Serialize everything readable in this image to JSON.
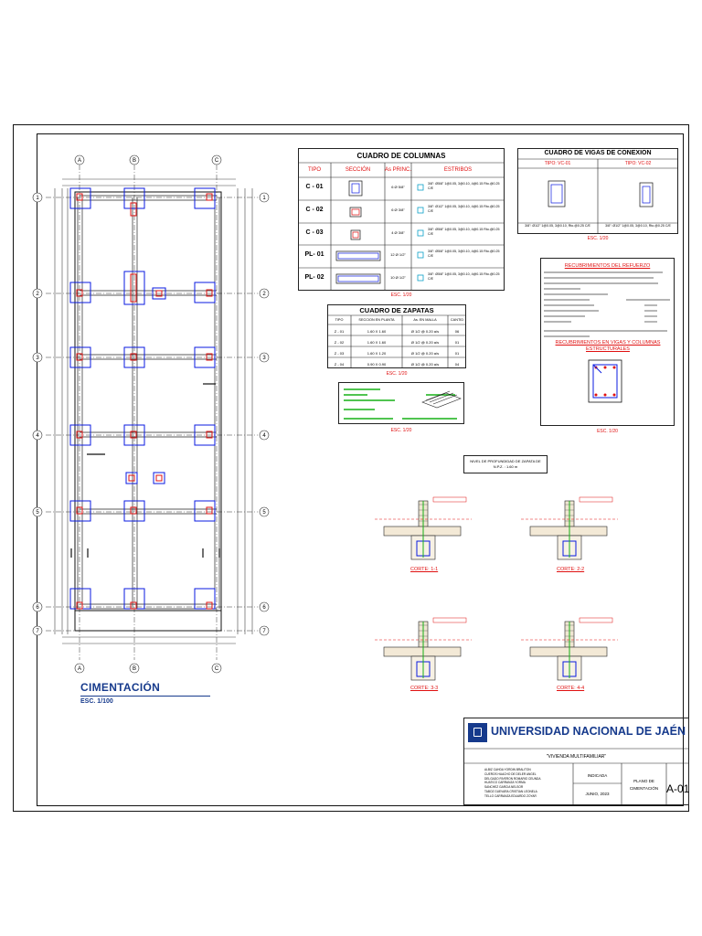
{
  "plan": {
    "title": "CIMENTACIÓN",
    "scale": "ESC. 1/100",
    "axes_letters": [
      "A",
      "B",
      "C"
    ],
    "axes_numbers": [
      "1",
      "2",
      "3",
      "4",
      "5",
      "6",
      "7"
    ]
  },
  "columnas": {
    "title": "CUADRO DE COLUMNAS",
    "headers": [
      "TIPO",
      "SECCIÓN",
      "As PRINC.",
      "ESTRIBOS"
    ],
    "rows": [
      {
        "tipo": "C - 01",
        "as": "6 Ø 5/8\"",
        "estribos": "3/8\": Ø5/8\" 1@0.05, 3@0.10, 4@0.15 Rto.@0.25 C/E"
      },
      {
        "tipo": "C - 02",
        "as": "6 Ø 3/8\"",
        "estribos": "3/8\": Ø1/2\" 1@0.05, 3@0.10, 4@0.15 Rto.@0.25 C/E"
      },
      {
        "tipo": "C - 03",
        "as": "4 Ø 3/8\"",
        "estribos": "3/8\": Ø5/8\" 1@0.05, 3@0.10, 4@0.15 Rto.@0.25 C/E"
      },
      {
        "tipo": "PL- 01",
        "as": "12 Ø 1/2\"",
        "estribos": "3/8\": Ø5/8\" 1@0.05, 3@0.10, 4@0.15 Rto.@0.25 C/E"
      },
      {
        "tipo": "PL- 02",
        "as": "10 Ø 1/2\"",
        "estribos": "3/8\": Ø5/8\" 1@0.05, 3@0.10, 4@0.15 Rto.@0.25 C/E"
      }
    ],
    "scale": "ESC. 1/20"
  },
  "vigas": {
    "title": "CUADRO DE VIGAS DE CONEXION",
    "types": [
      "TIPO: VC-01",
      "TIPO: VC-02"
    ],
    "notes": [
      "3/8\": Ø1/2\" 1@0.05, 3@0.10, Rto.@0.25 C/E",
      "3/8\": Ø1/2\" 1@0.05, 3@0.10, Rto.@0.25 C/E"
    ],
    "scale": "ESC. 1/20"
  },
  "zapatas": {
    "title": "CUADRO DE ZAPATAS",
    "headers": [
      "TIPO",
      "SECCION EN PLANTA",
      "As. EN MALLA",
      "CANTID"
    ],
    "rows": [
      [
        "Z - 01",
        "1.60 X 1.60",
        "Ø 1/2 @ 0.20 a/s",
        "06"
      ],
      [
        "Z - 02",
        "1.60 X 1.60",
        "Ø 1/2 @ 0.20 a/s",
        "01"
      ],
      [
        "Z - 03",
        "1.60 X 1.20",
        "Ø 1/2 @ 0.20 a/s",
        "01"
      ],
      [
        "Z - 04",
        "0.90 X 0.90",
        "Ø 1/2 @ 0.20 a/s",
        "04"
      ]
    ],
    "scale": "ESC. 1/20",
    "detail_scale": "ESC. 1/20"
  },
  "recubrimientos": {
    "title": "RECUBRIMIENTOS DEL REFUERZO",
    "subtitle": "RECUBRIMIENTOS EN VIGAS Y COLUMNAS ESTRUCTURALES",
    "scale": "ESC. 1/20"
  },
  "nivel_note": "NIVEL DE PROFUNDIDAD DE ZAPATA DE N.P.Z. : 1.60 m",
  "cortes": [
    "CORTE: 1-1",
    "CORTE: 2-2",
    "CORTE: 3-3",
    "CORTE: 4-4"
  ],
  "title_block": {
    "university": "UNIVERSIDAD NACIONAL DE JAÉN",
    "project": "\"VIVIENDA MULTIFAMILIAR\"",
    "authors": [
      "ALBIZ CAHDA YORDIN BRALITON",
      "CUEROS HUACHO DE DELER ANGEL",
      "DELGADO RIVERON ROMARIO CEUNDA",
      "HUATICO CARRANZA YORMA",
      "SANCHEZ GARCIA NELSOR",
      "TABOZ GUEVARA CRISTIAN LEONELA",
      "TELLO CARRANZA EDUARDO ZOYAR"
    ],
    "scale_label": "INDICADA",
    "date": "JUNIO, 2023",
    "sheet_title": "PLANO DE CIMENTACIÓN",
    "sheet": "A-01"
  },
  "colors": {
    "red": "#e01010",
    "blue": "#0a1ae0",
    "green": "#17b017",
    "navy": "#163a8c"
  }
}
